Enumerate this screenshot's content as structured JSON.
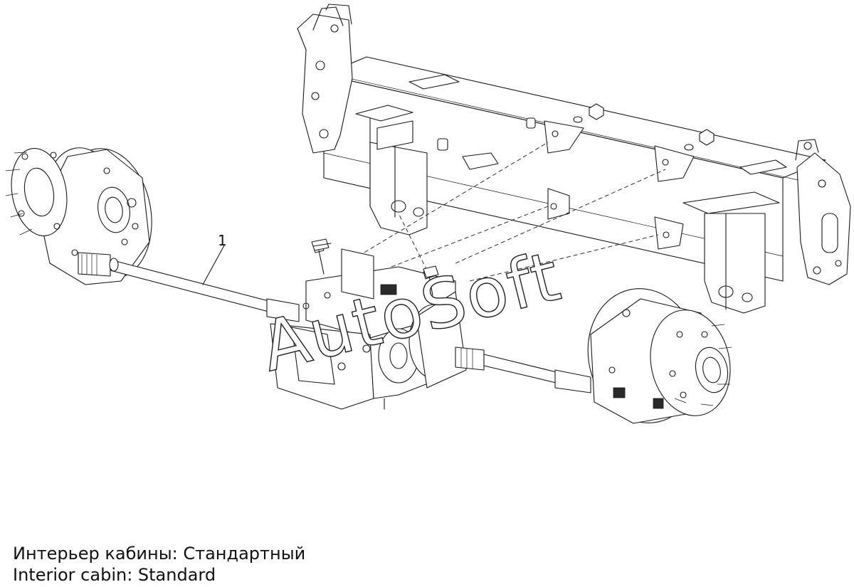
{
  "diagram": {
    "callouts": [
      {
        "number": "1",
        "part": "drive-axle"
      }
    ],
    "watermark": "AutoSoft"
  },
  "caption": {
    "ru": "Интерьер кабины: Стандартный",
    "en": "Interior cabin: Standard"
  }
}
